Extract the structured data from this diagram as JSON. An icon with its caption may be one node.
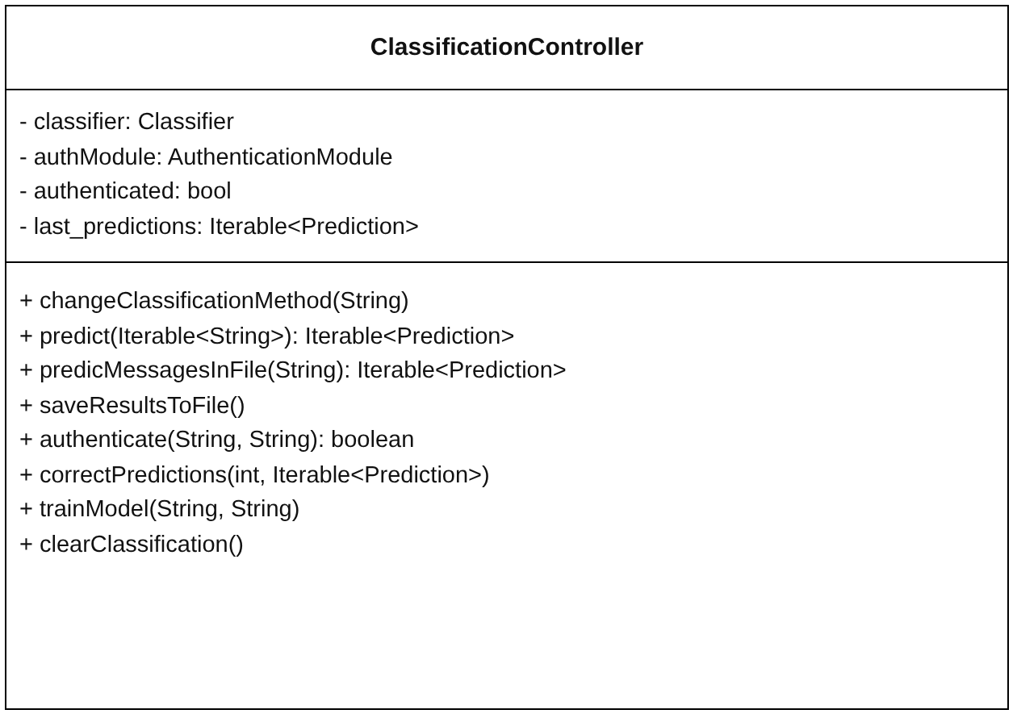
{
  "diagram": {
    "nodes": [
      {
        "text": [
          "ClassificationController"
        ]
      },
      {
        "text": [
          "- classifier: Classifier",
          "- authModule: AuthenticationModule",
          "- authenticated: bool",
          "- last_predictions: Iterable<Prediction>"
        ],
        "in": 0
      },
      {
        "text": [
          "+ changeClassificationMethod(String)",
          "+ predict(Iterable<String>): Iterable<Prediction>",
          "+ predicMessagesInFile(String): Iterable<Prediction>",
          "+ saveResultsToFile()",
          "+ authenticate(String, String): boolean",
          "+ correctPredictions(int, Iterable<Prediction>)",
          "+ trainModel(String, String)",
          "+ clearClassification()"
        ],
        "in": 0
      }
    ]
  }
}
